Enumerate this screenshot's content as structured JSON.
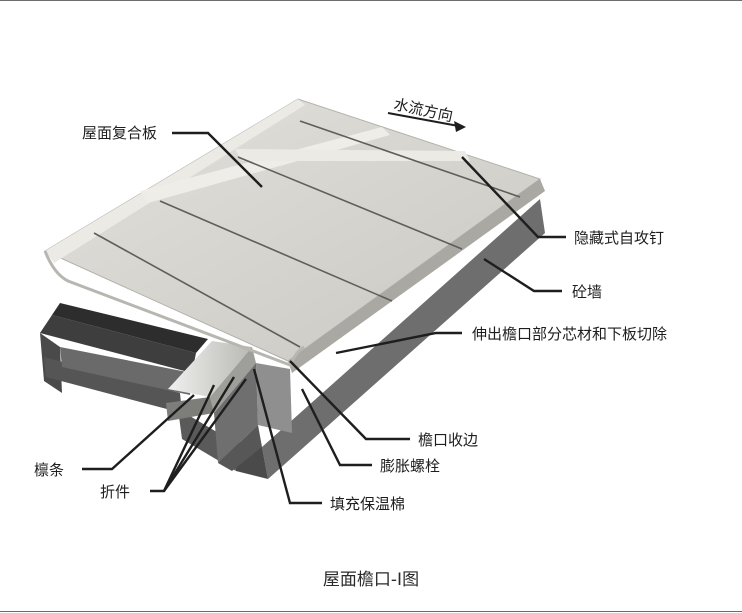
{
  "labels": {
    "water_flow": "水流方向",
    "roof_panel": "屋面复合板",
    "hidden_screw": "隐藏式自攻钉",
    "concrete_wall": "砼墙",
    "cut_core": "伸出檐口部分芯材和下板切除",
    "eave_edge": "檐口收边",
    "expansion_bolt": "膨胀螺栓",
    "purlin": "檩条",
    "bracket": "折件",
    "insulation": "填充保温棉"
  },
  "caption": "屋面檐口-Ⅰ图",
  "colors": {
    "panel_top": "#d6d5d0",
    "panel_rib": "#e4e3de",
    "panel_edge": "#bdbcb6",
    "wall_dark": "#555555",
    "wall_mid": "#8a8a8a",
    "purlin_dark": "#3c3c3c",
    "line": "#1e1e1e"
  }
}
